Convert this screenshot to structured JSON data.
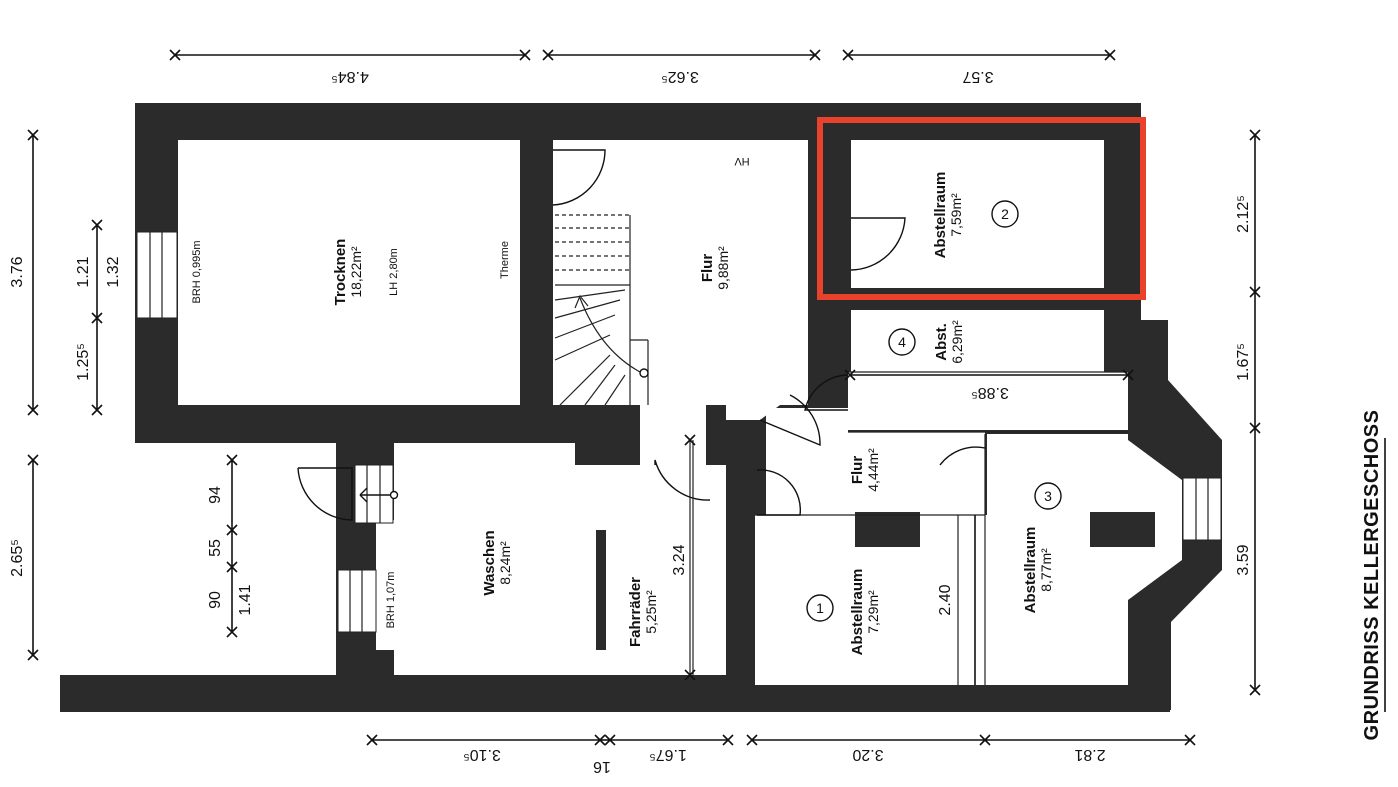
{
  "title": "GRUNDRISS KELLERGESCHOSS",
  "rooms": [
    {
      "name": "Trocknen",
      "area": "18,22m²",
      "extra": "LH 2,80m"
    },
    {
      "name": "Flur",
      "area": "9,88m²"
    },
    {
      "name": "Abstellraum",
      "area": "7,59m²",
      "number": "2"
    },
    {
      "name": "Abst.",
      "area": "6,29m²",
      "number": "4"
    },
    {
      "name": "Flur",
      "area": "4,44m²"
    },
    {
      "name": "Abstellraum",
      "area": "8,77m²",
      "number": "3"
    },
    {
      "name": "Abstellraum",
      "area": "7,29m²",
      "number": "1"
    },
    {
      "name": "Waschen",
      "area": "8,24m²"
    },
    {
      "name": "Fahrräder",
      "area": "5,25m²"
    }
  ],
  "annotations": {
    "therme": "Therme",
    "hv": "HV",
    "brh1": "BRH 0,995m",
    "brh2": "BRH 1,07m"
  },
  "dims": {
    "top": [
      "4.84⁵",
      "3.62⁵",
      "3.57"
    ],
    "bottom": [
      "3.10⁵",
      "16",
      "1.67⁵",
      "3.20",
      "2.81"
    ],
    "left": [
      "3.76",
      "2.65⁵"
    ],
    "left_inner": [
      "1.21",
      "1.32",
      "1.25⁵",
      "94",
      "55",
      "90",
      "1.41"
    ],
    "right": [
      "2.12⁵",
      "1.67⁵",
      "3.59"
    ],
    "inner": [
      "3.88⁵",
      "3.24",
      "2.40"
    ]
  }
}
